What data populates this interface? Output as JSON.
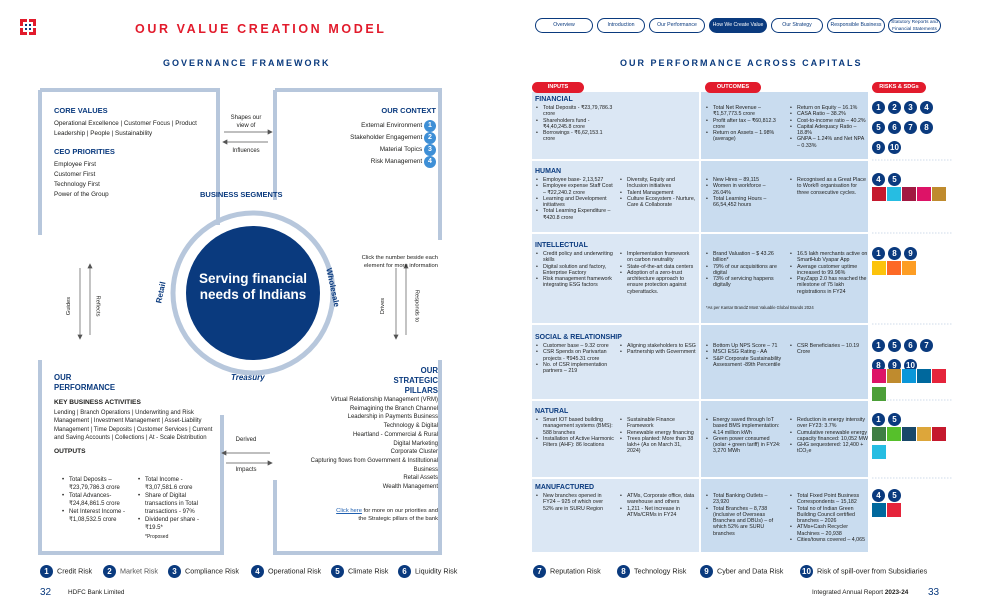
{
  "left": {
    "title": "OUR VALUE CREATION MODEL",
    "subtitle": "GOVERNANCE FRAMEWORK",
    "core_values": {
      "heading": "CORE VALUES",
      "text": "Operational Excellence | Customer Focus | Product Leadership | People | Sustainability"
    },
    "ceo": {
      "heading": "CEO PRIORITIES",
      "items": [
        "Employee First",
        "Customer First",
        "Technology First",
        "Power of the Group"
      ]
    },
    "shapes_view": "Shapes our view of",
    "influences": "Influences",
    "context": {
      "heading": "OUR CONTEXT",
      "items": [
        {
          "label": "External Environment",
          "n": "1"
        },
        {
          "label": "Stakeholder Engagement",
          "n": "2"
        },
        {
          "label": "Material Topics",
          "n": "3"
        },
        {
          "label": "Risk Management",
          "n": "4"
        }
      ]
    },
    "business_segments": "BUSINESS SEGMENTS",
    "circle_text": "Serving financial needs of Indians",
    "retail": "Retail",
    "wholesale": "Wholesale",
    "treasury": "Treasury",
    "click_note": "Click the number beside each element for more information",
    "guides": "Guides",
    "reflects": "Reflects",
    "drives": "Drives",
    "responds_to": "Responds to",
    "performance": {
      "heading": "OUR PERFORMANCE",
      "activities_heading": "KEY BUSINESS ACTIVITIES",
      "activities_text": "Lending | Branch Operations | Underwriting and Risk Management | Investment Management | Asset-Liability Management | Time Deposits | Customer Services | Current and Saving Accounts | Collections | At - Scale Distribution",
      "outputs_heading": "OUTPUTS",
      "outputs_col1": [
        "Total Deposits – ₹23,79,786.3 crore",
        "Total Advances- ₹24,84,861.5 crore",
        "Net Interest Income - ₹1,08,532.5 crore"
      ],
      "outputs_col2": [
        "Total Income - ₹3,07,581.6 crore",
        "Share of Digital transactions in Total transactions - 97%",
        "Dividend per share - ₹19.5*"
      ],
      "proposed": "*Proposed"
    },
    "derived": "Derived",
    "impacts": "Impacts",
    "pillars": {
      "heading": "OUR STRATEGIC PILLARS",
      "items": [
        "Virtual Relationship Management (VRM)",
        "Reimagining the Branch Channel",
        "Leadership in Payments Business",
        "Technology & Digital",
        "Heartland - Commercial & Rural",
        "Digital Marketing",
        "Corporate Cluster",
        "Capturing flows from Government & Institutional Business",
        "Retail Assets",
        "Wealth Management"
      ],
      "link": "Click here",
      "link_rest": "for more on our priorities and the Strategic pillars of the bank"
    },
    "risks": [
      {
        "n": "1",
        "label": "Credit Risk"
      },
      {
        "n": "2",
        "label": "Market Risk"
      },
      {
        "n": "3",
        "label": "Compliance Risk"
      },
      {
        "n": "4",
        "label": "Operational Risk"
      },
      {
        "n": "5",
        "label": "Climate Risk"
      },
      {
        "n": "6",
        "label": "Liquidity Risk"
      }
    ],
    "page_no": "32",
    "bank": "HDFC Bank Limited"
  },
  "right": {
    "nav": [
      "Overview",
      "Introduction",
      "Our Performance",
      "How We Create Value",
      "Our Strategy",
      "Responsible Business",
      "Statutory Reports and Financial Statements"
    ],
    "title": "OUR PERFORMANCE ACROSS CAPITALS",
    "col_inputs": "INPUTS",
    "col_outcomes": "OUTCOMES",
    "col_risks": "RISKS & SDGs",
    "rows": [
      {
        "name": "FINANCIAL",
        "in1": [
          "Total Deposits - ₹23,79,786.3 crore",
          "Shareholders fund - ₹4,40,245.8 crore",
          "Borrowings - ₹6,62,153.1 crore"
        ],
        "in2": [],
        "out1": [
          "Total Net Revenue – ₹1,57,773.5 crore",
          "Profit after tax – ₹60,812.3 crore",
          "Return on Assets – 1.98% (average)"
        ],
        "out2": [
          "Return on Equity – 16.1%",
          "CASA Ratio – 38.2%",
          "Cost-to-income ratio – 40.2%",
          "Capital Adequacy Ratio – 18.8%",
          "GNPA – 1.24% and Net NPA – 0.33%"
        ],
        "risks": [
          "1",
          "2",
          "3",
          "4",
          "5",
          "6",
          "7",
          "8",
          "9",
          "10"
        ],
        "sdgs": 0
      },
      {
        "name": "HUMAN",
        "in1": [
          "Employee base- 2,13,527",
          "Employee expense Staff Cost – ₹22,240.2 crore",
          "Learning and Development initiatives",
          "Total Learning Expenditure – ₹420.8 crore"
        ],
        "in2": [
          "Diversity, Equity and Inclusion initiatives",
          "Talent Management",
          "Culture Ecosystem - Nurture, Care & Collaborate"
        ],
        "out1": [
          "New Hires – 89,115",
          "Women in workforce – 26.04%",
          "Total Learning Hours – 66,54,452 hours"
        ],
        "out2": [
          "Recognised as a Great Place to Work® organisation for three consecutive cycles."
        ],
        "risks": [
          "4",
          "5"
        ],
        "sdgs": 5
      },
      {
        "name": "INTELLECTUAL",
        "in1": [
          "Credit policy and underwriting skills",
          "Digital solution and factory, Enterprise Factory",
          "Risk management framework integrating ESG factors"
        ],
        "in2": [
          "Implementation framework on carbon neutrality",
          "State-of-the-art data centers",
          "Adoption of a zero-trust architecture approach to ensure protection against cyberattacks."
        ],
        "out1": [
          "Brand Valuation – $ 43.26 billion*",
          "79% of our acquisitions are digital",
          "73% of servicing happens digitally"
        ],
        "out2": [
          "16.5 lakh merchants active on SmartHub Vyapar App",
          "Average customer uptime increased to 99.96%",
          "PayZapp 2.0 has reached the milestone of 75 lakh registrations in FY24"
        ],
        "note": "*As per Kantar BrandZ Most Valuable Global Brands 2024",
        "risks": [
          "1",
          "8",
          "9"
        ],
        "sdgs": 3
      },
      {
        "name": "SOCIAL & RELATIONSHIP",
        "in1": [
          "Customer base – 9.32 crore",
          "CSR Spends on Parivartan projects - ₹945.31 crore",
          "No. of CSR implementation partners – 219"
        ],
        "in2": [
          "Aligning stakeholders to ESG",
          "Partnership with Government"
        ],
        "out1": [
          "Bottom Up NPS Score – 71",
          "MSCI ESG Rating - AA",
          "S&P Corporate Sustainability Assessment -89th Percentile"
        ],
        "out2": [
          "CSR Beneficiaries – 10.19 Crore"
        ],
        "risks": [
          "1",
          "5",
          "6",
          "7",
          "8",
          "9",
          "10"
        ],
        "sdgs": 6
      },
      {
        "name": "NATURAL",
        "in1": [
          "Smart IOT based building management systems (BMS): 588 branches",
          "Installation of Active Harmonic Filters (AHF): 86 locations"
        ],
        "in2": [
          "Sustainable Finance Framework",
          "Renewable energy financing",
          "Trees planted: More than 38 lakh+ (As on March 31, 2024)"
        ],
        "out1": [
          "Energy saved through IoT based BMS implementation: 4.14 million kWh",
          "Green power consumed (solar + green tariff) in FY24: 3,270 MWh"
        ],
        "out2": [
          "Reduction in energy intensity over FY23: 3.7%",
          "Cumulative renewable energy capacity financed: 10,052 MW",
          "GHG sequestered: 12,400 + tCO₂e"
        ],
        "risks": [
          "1",
          "5"
        ],
        "sdgs": 6
      },
      {
        "name": "MANUFACTURED",
        "in1": [
          "New branches opened in FY24 – 925 of which over 52% are in SURU Region"
        ],
        "in2": [
          "ATMs, Corporate office, data warehouse and others",
          "1,211 - Net increase in ATMs/CRMs in FY24"
        ],
        "out1": [
          "Total Banking Outlets – 23,920",
          "Total Branches – 8,738 (inclusive of Overseas Branches and DBUs) – of which 52% are SURU branches"
        ],
        "out2": [
          "Total Fixed Point Business Correspondents – 15,182",
          "Total no of Indian Green Building Council certified branches – 2026",
          "ATMs+Cash Recycler Machines – 20,938",
          "Cities/towns covered – 4,065"
        ],
        "risks": [
          "4",
          "5"
        ],
        "sdgs": 2
      }
    ],
    "risks": [
      {
        "n": "7",
        "label": "Reputation Risk"
      },
      {
        "n": "8",
        "label": "Technology Risk"
      },
      {
        "n": "9",
        "label": "Cyber and Data Risk"
      },
      {
        "n": "10",
        "label": "Risk of spill-over from Subsidiaries"
      }
    ],
    "report": "Integrated Annual Report",
    "year": "2023-24",
    "page_no": "33"
  },
  "colors": {
    "navy": "#0a3a7e",
    "red": "#e21b2c",
    "light_blue": "#dbe7f4",
    "mid_blue": "#c9dcef"
  }
}
